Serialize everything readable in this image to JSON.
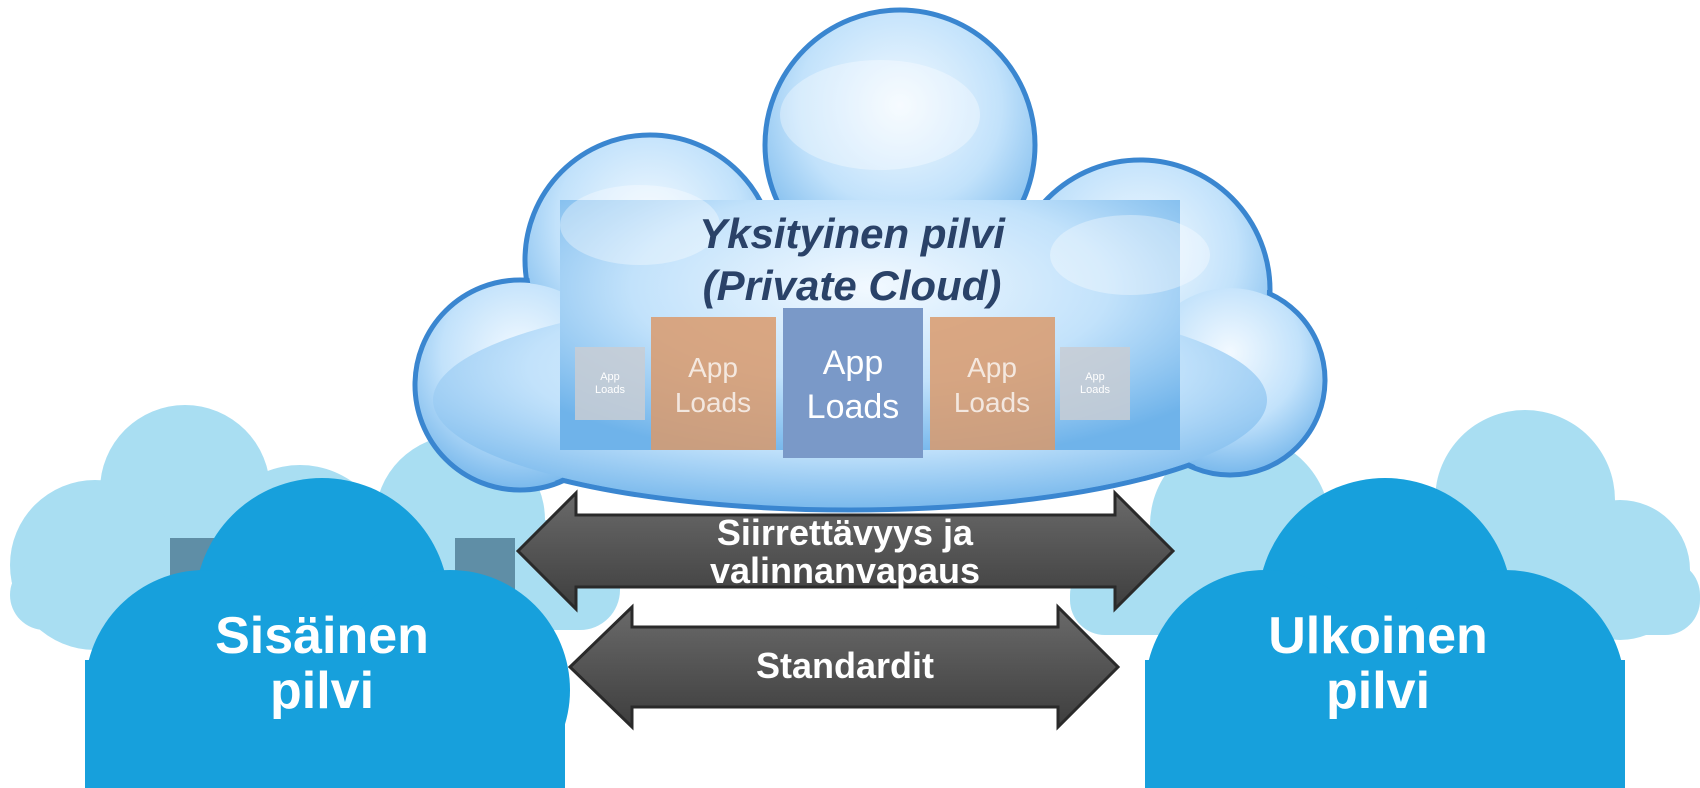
{
  "private_cloud": {
    "title_line1": "Yksityinen pilvi",
    "title_line2": "(Private Cloud)"
  },
  "app_loads": [
    {
      "line1": "App",
      "line2": "Loads",
      "color": "#c8ccd4"
    },
    {
      "line1": "App",
      "line2": "Loads",
      "color": "#d99a6c"
    },
    {
      "line1": "App",
      "line2": "Loads",
      "color": "#7a99c8"
    },
    {
      "line1": "App",
      "line2": "Loads",
      "color": "#d99a6c"
    },
    {
      "line1": "App",
      "line2": "Loads",
      "color": "#c8ccd4"
    }
  ],
  "internal_cloud": {
    "line1": "Sisäinen",
    "line2": "pilvi",
    "color": "#17a0dc"
  },
  "external_cloud": {
    "line1": "Ulkoinen",
    "line2": "pilvi",
    "color": "#17a0dc"
  },
  "arrow_top": {
    "line1": "Siirrettävyys ja",
    "line2": "valinnanvapaus",
    "color": "#5a5a5a"
  },
  "arrow_bottom": {
    "label": "Standardit",
    "color": "#5a5a5a"
  },
  "colors": {
    "light_cloud": "#a9def2",
    "private_cloud_fill": "#9fd0f4",
    "private_cloud_edge": "#3a86d0"
  }
}
